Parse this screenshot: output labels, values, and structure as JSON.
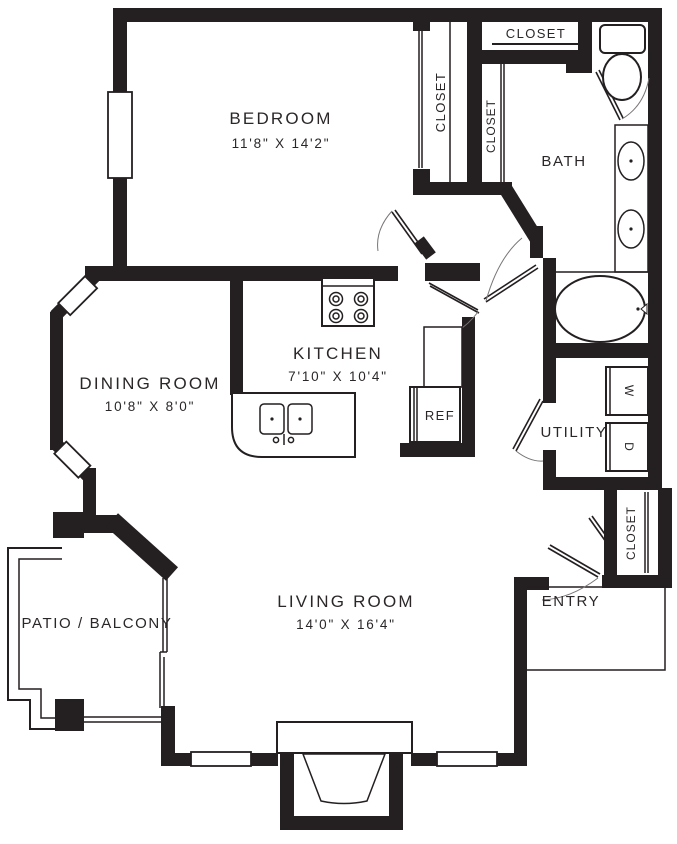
{
  "plan": {
    "title": "One-bedroom apartment floor plan",
    "colors": {
      "wall": "#241f21",
      "background": "#ffffff",
      "text": "#2b2728"
    },
    "rooms": {
      "bedroom": {
        "name": "BEDROOM",
        "dims": "11'8\" X 14'2\""
      },
      "kitchen": {
        "name": "KITCHEN",
        "dims": "7'10\" X 10'4\""
      },
      "dining": {
        "name": "DINING ROOM",
        "dims": "10'8\" X 8'0\""
      },
      "living": {
        "name": "LIVING ROOM",
        "dims": "14'0\" X 16'4\""
      },
      "patio": {
        "name": "PATIO / BALCONY"
      },
      "bath": {
        "name": "BATH"
      },
      "utility": {
        "name": "UTILITY"
      },
      "entry": {
        "name": "ENTRY"
      }
    },
    "closets": {
      "top_closet": "CLOSET",
      "bedroom_closet": "CLOSET",
      "hall_closet": "CLOSET",
      "entry_closet": "CLOSET"
    },
    "appliances": {
      "refrigerator": "REF",
      "washer": "W",
      "dryer": "D"
    }
  }
}
